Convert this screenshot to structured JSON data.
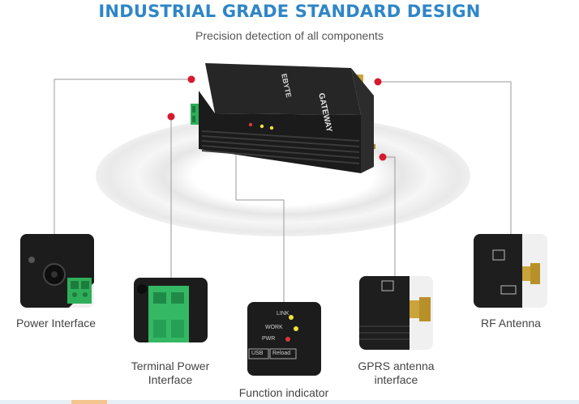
{
  "header": {
    "title": "INDUSTRIAL GRADE STANDARD DESIGN",
    "subtitle": "Precision detection of all components"
  },
  "device": {
    "brand": "EBYTE",
    "model": "GATEWAY",
    "leds": [
      "LINK",
      "WORK",
      "PWR"
    ],
    "ports": [
      "USB",
      "Reload"
    ]
  },
  "callouts": [
    {
      "label": "Power Interface"
    },
    {
      "label": "Terminal Power Interface"
    },
    {
      "label": "Function indicator"
    },
    {
      "label": "GPRS antenna interface"
    },
    {
      "label": "RF Antenna"
    }
  ],
  "colors": {
    "title": "#2f86c6",
    "marker": "#d7192f",
    "device_body": "#1e1e1e",
    "terminal_green": "#2fae5a",
    "antenna_gold": "#c9a43a"
  }
}
